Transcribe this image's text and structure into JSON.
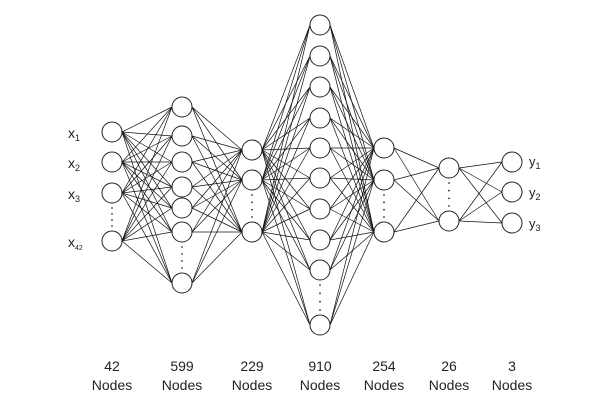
{
  "layers": [
    {
      "count": "42",
      "unit": "Nodes"
    },
    {
      "count": "599",
      "unit": "Nodes"
    },
    {
      "count": "229",
      "unit": "Nodes"
    },
    {
      "count": "910",
      "unit": "Nodes"
    },
    {
      "count": "254",
      "unit": "Nodes"
    },
    {
      "count": "26",
      "unit": "Nodes"
    },
    {
      "count": "3",
      "unit": "Nodes"
    }
  ],
  "inputs": [
    {
      "base": "x",
      "sub": "1"
    },
    {
      "base": "x",
      "sub": "2"
    },
    {
      "base": "x",
      "sub": "3"
    },
    {
      "base": "x",
      "sub": "42"
    }
  ],
  "outputs": [
    {
      "base": "y",
      "sub": "1"
    },
    {
      "base": "y",
      "sub": "2"
    },
    {
      "base": "y",
      "sub": "3"
    }
  ],
  "colors": {
    "stroke": "#111111",
    "node_fill": "#ffffff",
    "text": "#222222"
  }
}
